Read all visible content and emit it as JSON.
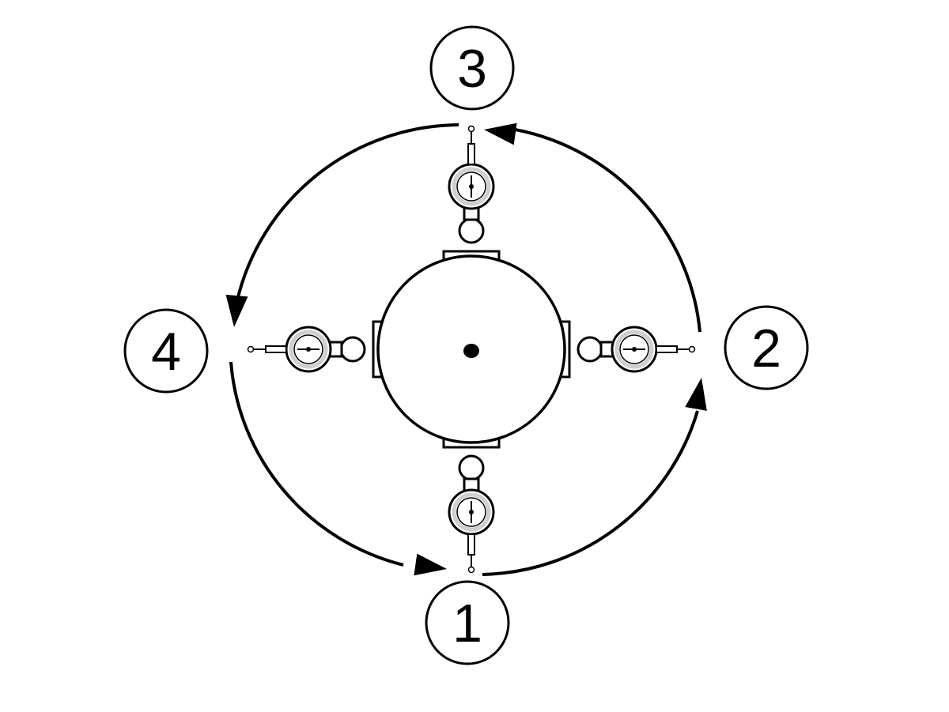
{
  "diagram": {
    "positions": [
      {
        "id": "position-1",
        "label": "1"
      },
      {
        "id": "position-2",
        "label": "2"
      },
      {
        "id": "position-3",
        "label": "3"
      },
      {
        "id": "position-4",
        "label": "4"
      }
    ],
    "rotation_direction": "counter-clockwise",
    "colors": {
      "line": "#000000",
      "dial_ring": "#d9d9d9",
      "background": "#ffffff"
    }
  }
}
